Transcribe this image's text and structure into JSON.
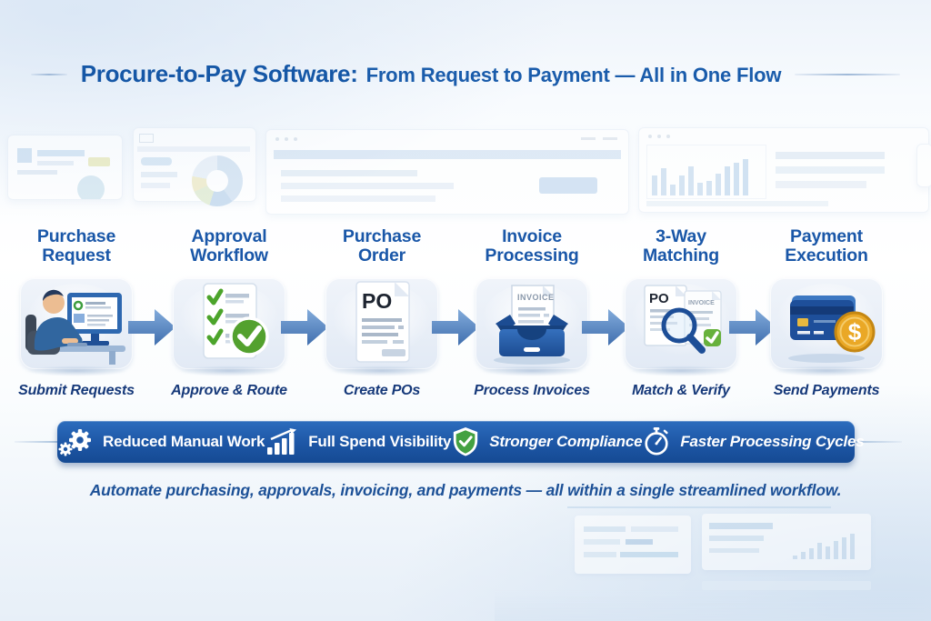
{
  "title": {
    "main": "Procure-to-Pay Software:",
    "sub": "From Request to Payment — All in One Flow"
  },
  "steps": [
    {
      "line1": "Purchase",
      "line2": "Request",
      "caption": "Submit Requests"
    },
    {
      "line1": "Approval",
      "line2": "Workflow",
      "caption": "Approve & Route"
    },
    {
      "line1": "Purchase",
      "line2": "Order",
      "caption": "Create POs"
    },
    {
      "line1": "Invoice",
      "line2": "Processing",
      "caption": "Process Invoices"
    },
    {
      "line1": "3-Way",
      "line2": "Matching",
      "caption": "Match & Verify"
    },
    {
      "line1": "Payment",
      "line2": "Execution",
      "caption": "Send Payments"
    }
  ],
  "icon_labels": {
    "po": "PO",
    "invoice": "INVOICE",
    "dollar": "$"
  },
  "benefits": [
    {
      "label": "Reduced Manual Work"
    },
    {
      "label": "Full Spend Visibility"
    },
    {
      "label": "Stronger Compliance"
    },
    {
      "label": "Faster Processing Cycles"
    }
  ],
  "tagline": "Automate purchasing, approvals, invoicing, and payments — all within a single streamlined workflow.",
  "colors": {
    "heading_blue": "#1557a6",
    "step_title_blue": "#1a57a8",
    "caption_navy": "#16397a",
    "arrow_blue": "#4f80c1",
    "banner_top": "#2c6cbd",
    "banner_bottom": "#154a93",
    "success_green": "#4fa22e",
    "coin_gold": "#e8a825"
  }
}
